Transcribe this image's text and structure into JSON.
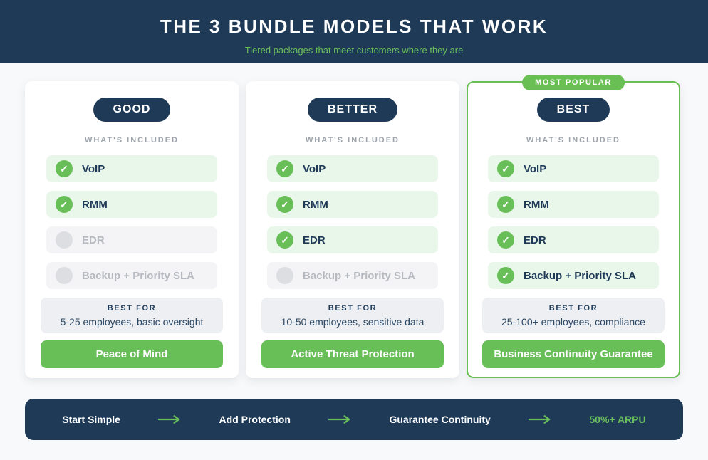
{
  "header": {
    "title": "THE 3 BUNDLE MODELS THAT WORK",
    "subtitle": "Tiered packages that meet customers where they are"
  },
  "icons": {
    "check": "✓"
  },
  "colors": {
    "navy": "#1f3a57",
    "green": "#68bf58",
    "green_text": "#6abf5b",
    "row_included_bg": "#e9f6ea",
    "row_excluded_bg": "#f4f4f6"
  },
  "cards": [
    {
      "tier": "GOOD",
      "included_label": "WHAT'S INCLUDED",
      "features": [
        {
          "label": "VoIP",
          "included": true
        },
        {
          "label": "RMM",
          "included": true
        },
        {
          "label": "EDR",
          "included": false
        },
        {
          "label": "Backup + Priority SLA",
          "included": false
        }
      ],
      "best_for_label": "BEST FOR",
      "best_for": "5-25 employees, basic oversight",
      "cta": "Peace of Mind",
      "most_popular": false
    },
    {
      "tier": "BETTER",
      "included_label": "WHAT'S INCLUDED",
      "features": [
        {
          "label": "VoIP",
          "included": true
        },
        {
          "label": "RMM",
          "included": true
        },
        {
          "label": "EDR",
          "included": true
        },
        {
          "label": "Backup + Priority SLA",
          "included": false
        }
      ],
      "best_for_label": "BEST FOR",
      "best_for": "10-50 employees, sensitive data",
      "cta": "Active Threat Protection",
      "most_popular": false
    },
    {
      "tier": "BEST",
      "badge": "MOST POPULAR",
      "included_label": "WHAT'S INCLUDED",
      "features": [
        {
          "label": "VoIP",
          "included": true
        },
        {
          "label": "RMM",
          "included": true
        },
        {
          "label": "EDR",
          "included": true
        },
        {
          "label": "Backup + Priority SLA",
          "included": true
        }
      ],
      "best_for_label": "BEST FOR",
      "best_for": "25-100+ employees, compliance",
      "cta": "Business Continuity Guarantee",
      "most_popular": true
    }
  ],
  "footer_bar": {
    "steps": [
      "Start Simple",
      "Add Protection",
      "Guarantee Continuity"
    ],
    "result": "50%+ ARPU"
  }
}
